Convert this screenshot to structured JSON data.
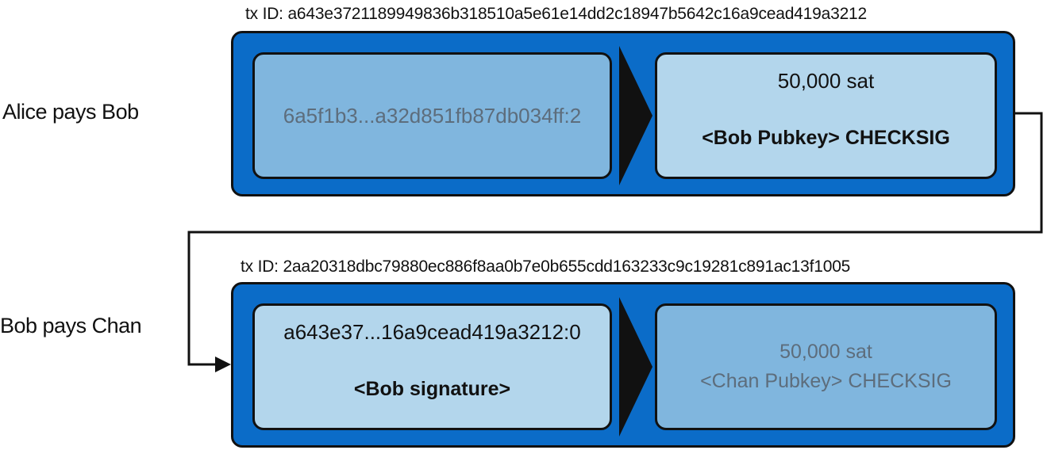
{
  "transactions": [
    {
      "label": "Alice pays Bob",
      "txid": "tx ID: a643e3721189949836b318510a5e61e14dd2c18947b5642c16a9cead419a3212",
      "input": {
        "line1": "6a5f1b3...a32d851fb87db034ff:2"
      },
      "output": {
        "amount": "50,000 sat",
        "script": "<Bob Pubkey> CHECKSIG"
      }
    },
    {
      "label": "Bob pays Chan",
      "txid": "tx ID: 2aa20318dbc79880ec886f8aa0b7e0b655cdd163233c9c19281c891ac13f1005",
      "input": {
        "outpoint": "a643e37...16a9cead419a3212:0",
        "script": "<Bob signature>"
      },
      "output": {
        "amount": "50,000 sat",
        "script": "<Chan Pubkey> CHECKSIG"
      }
    }
  ]
}
